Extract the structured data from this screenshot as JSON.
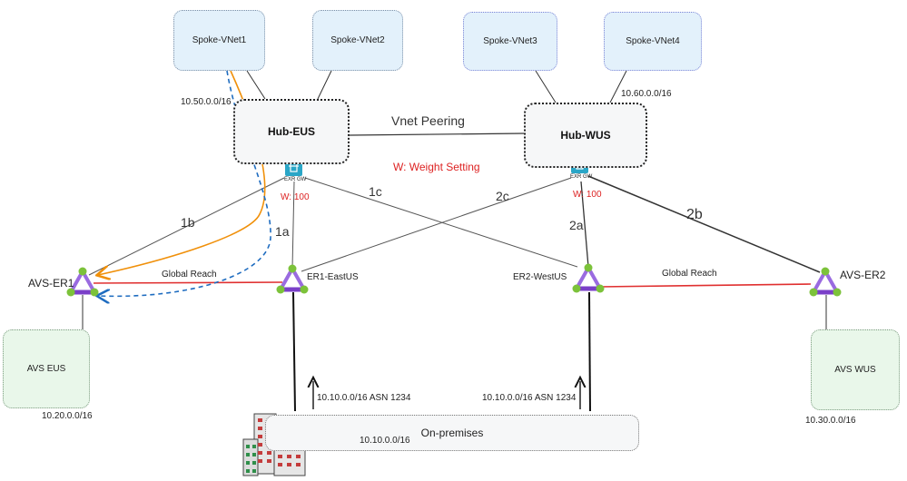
{
  "spokes": {
    "vnet1": "Spoke-VNet1",
    "vnet2": "Spoke-VNet2",
    "vnet3": "Spoke-VNet3",
    "vnet4": "Spoke-VNet4"
  },
  "hubs": {
    "eus": "Hub-EUS",
    "wus": "Hub-WUS"
  },
  "vnet_peering": "Vnet Peering",
  "weight_legend": "W: Weight Setting",
  "gateways": {
    "eus_label": "EXR GW",
    "wus_label": "EXR GW",
    "eus_weight": "W: 100",
    "wus_weight": "W: 100"
  },
  "circuits": {
    "er1": "ER1-EastUS",
    "er2": "ER2-WestUS",
    "avs1": "AVS-ER1",
    "avs2": "AVS-ER2"
  },
  "global_reach": {
    "left": "Global Reach",
    "right": "Global Reach"
  },
  "paths": {
    "p1a": "1a",
    "p1b": "1b",
    "p1c": "1c",
    "p2a": "2a",
    "p2b": "2b",
    "p2c": "2c"
  },
  "avs": {
    "eus": "AVS EUS",
    "wus": "AVS WUS"
  },
  "onprem": {
    "name": "On-premises"
  },
  "cidrs": {
    "spoke1": "10.50.0.0/16",
    "spoke4": "10.60.0.0/16",
    "avs_eus": "10.20.0.0/16",
    "avs_wus": "10.30.0.0/16",
    "onprem": "10.10.0.0/16",
    "adv_left": "10.10.0.0/16 ASN 1234",
    "adv_right": "10.10.0.0/16 ASN 1234"
  },
  "colors": {
    "global_reach_line": "#e03030",
    "orange_path": "#f0900a",
    "blue_path": "#1e6cc0",
    "circuit_purple": "#9a6be0",
    "circuit_node": "#7cc23a",
    "gateway": "#2aa6c7",
    "weight_text": "#dd2222"
  }
}
